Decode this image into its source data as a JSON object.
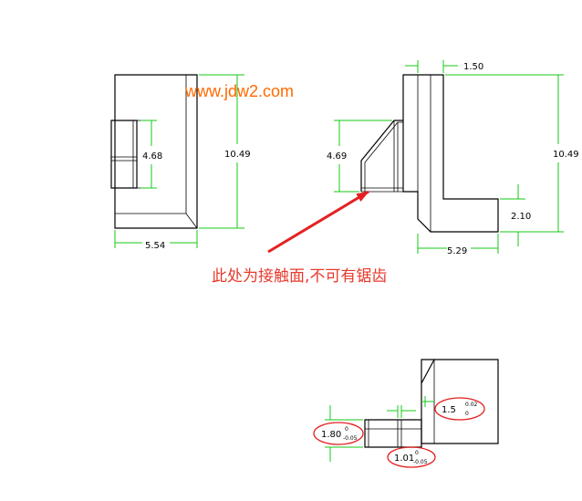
{
  "watermark": "www.jdw2.com",
  "note": "此处为接触面,不可有锯齿",
  "colors": {
    "dimension": "#14c814",
    "annotation": "#e83a2c",
    "watermark": "#ff6a00"
  },
  "views": {
    "left": {
      "width": "5.54",
      "height": "10.49",
      "tab_height": "4.68"
    },
    "right": {
      "top_offset": "1.50",
      "height": "10.49",
      "ramp_height": "4.69",
      "foot_height": "2.10",
      "base_width": "5.29"
    },
    "bottom": {
      "tab_height": {
        "value": "1.80",
        "upper_tol": "0",
        "lower_tol": "-0.05"
      },
      "slot_width": {
        "value": "1.01",
        "upper_tol": "0",
        "lower_tol": "-0.05"
      },
      "step": {
        "value": "1.5",
        "upper_tol": "0.02",
        "lower_tol": "0"
      }
    }
  }
}
